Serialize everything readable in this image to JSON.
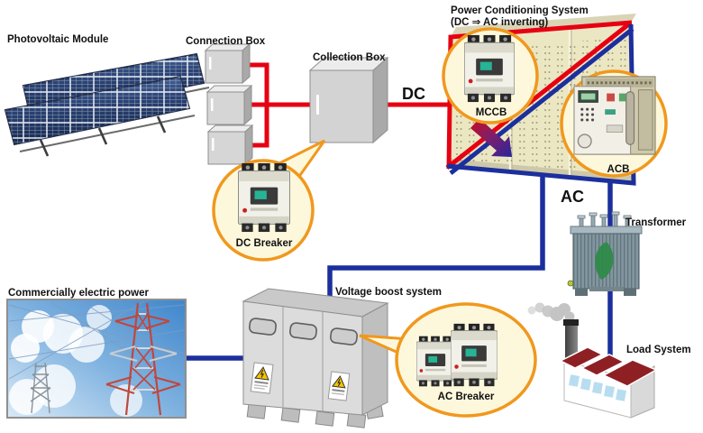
{
  "title": "Photovoltaic power generation system diagram",
  "colors": {
    "dc": "#e60012",
    "ac": "#1b2f9d",
    "callout_border": "#f0981e",
    "callout_fill": "#fdf8dc",
    "panel_face": "#ece7c3"
  },
  "labels": {
    "photovoltaic_module": "Photovoltaic Module",
    "connection_box": "Connection Box",
    "collection_box": "Collection Box",
    "pcs_title": "Power Conditioning System",
    "pcs_subtitle": "(DC ⇒ AC inverting)",
    "dc": "DC",
    "ac": "AC",
    "mccb": "MCCB",
    "acb": "ACB",
    "dc_breaker": "DC Breaker",
    "ac_breaker": "AC Breaker",
    "transformer": "Transformer",
    "load_system": "Load System",
    "voltage_boost": "Voltage boost system",
    "commercial_power": "Commercially electric power"
  }
}
